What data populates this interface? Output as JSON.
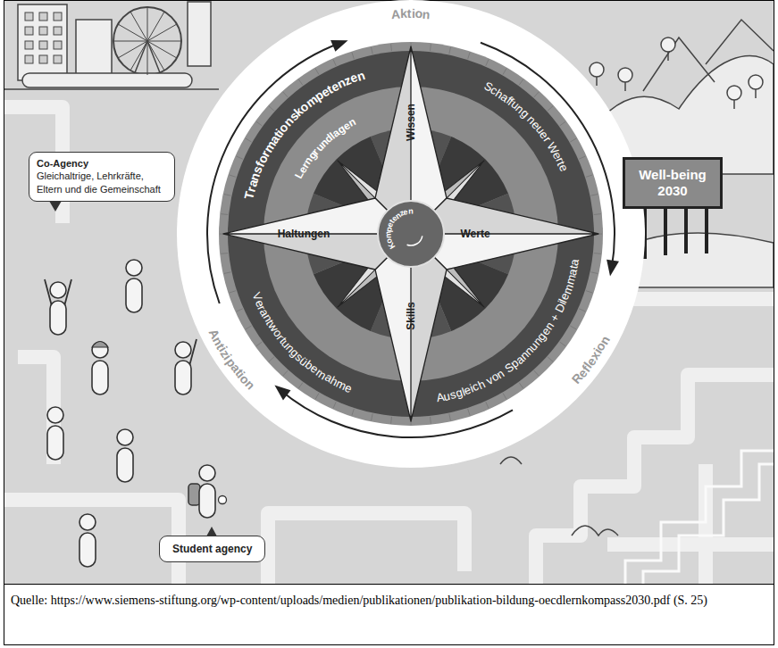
{
  "diagram": {
    "caption": "Quelle: https://www.siemens-stiftung.org/wp-content/uploads/medien/publikationen/publikation-bildung-oecdlernkompass2030.pdf (S. 25)",
    "nodes": [
      {
        "text": [
          "Co-Agency",
          "Gleichaltrige, Lehrkräfte, Eltern und die Gemeinschaft"
        ]
      },
      {
        "text": [
          "Aktion",
          "Reflexion",
          "Antizipation"
        ]
      },
      {
        "text": [
          "Transformationskompetenzen",
          "Schaffung neuer Werte",
          "Ausgleich von Spannungen + Dilemmata",
          "Verantwortungsübernahme"
        ],
        "in": 1
      },
      {
        "text": [
          "Lerngrundlagen"
        ],
        "in": 2
      },
      {
        "text": [
          "Kompetenzen"
        ],
        "in": 3
      },
      {
        "text": [
          "Wissen"
        ],
        "in": 3
      },
      {
        "text": [
          "Werte"
        ],
        "in": 3
      },
      {
        "text": [
          "Skills"
        ],
        "in": 3
      },
      {
        "text": [
          "Haltungen"
        ],
        "in": 3
      },
      {
        "text": [
          "Well-being 2030"
        ]
      },
      {
        "text": [
          "Student agency"
        ]
      }
    ]
  }
}
